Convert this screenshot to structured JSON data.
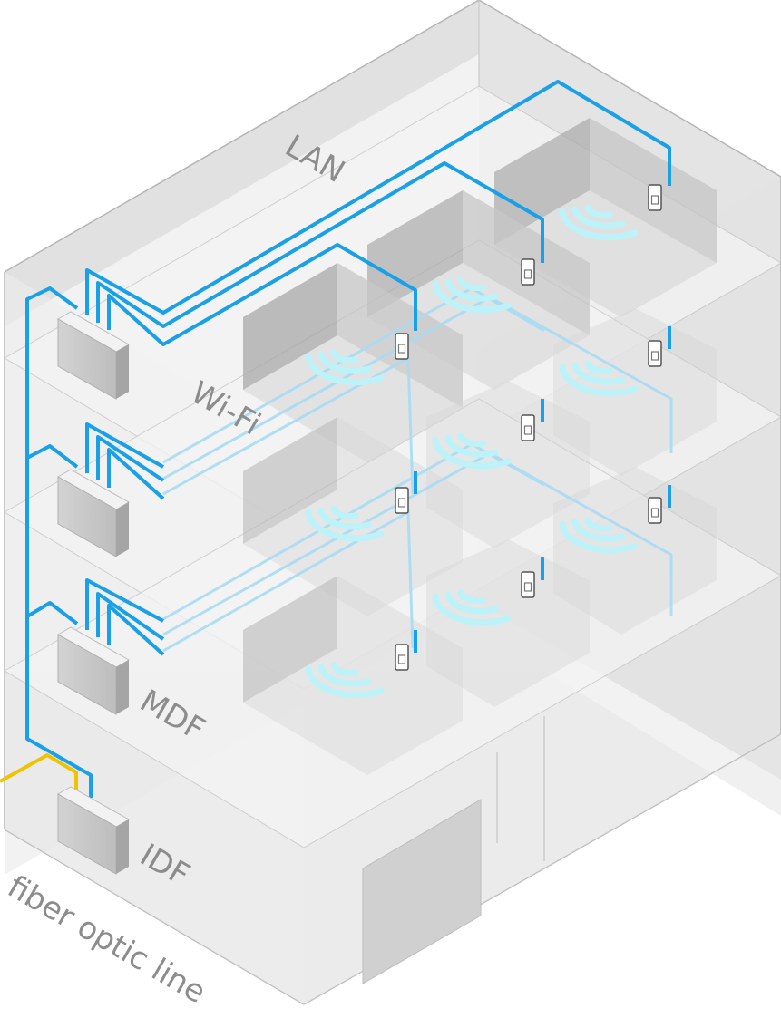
{
  "labels": {
    "lan": "LAN",
    "wifi": "Wi-Fi",
    "mdf": "MDF",
    "idf": "IDF",
    "fiber": "fiber optic line"
  },
  "colors": {
    "lan_cable": "#1aa0e6",
    "fiber_cable": "#f2c200",
    "wifi_signal": "#bdf2f8"
  },
  "icons": {
    "wifi": "wifi-signal-icon",
    "access_point": "access-point-icon",
    "switch": "network-switch-icon"
  }
}
